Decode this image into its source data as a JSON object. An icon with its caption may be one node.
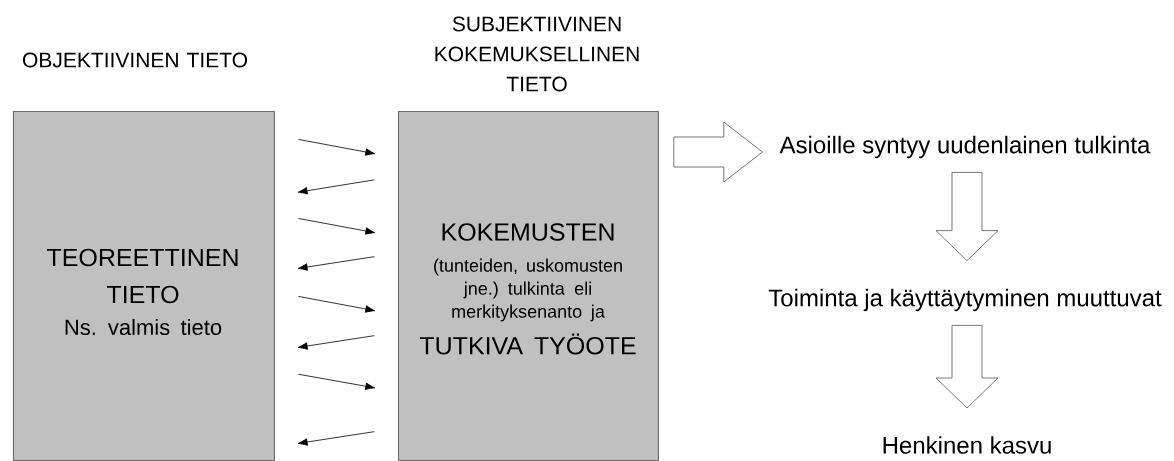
{
  "diagram": {
    "nodes": [
      {
        "text": [
          "OBJEKTIIVINEN TIETO",
          "TEOREETTINEN TIETO",
          "Ns. valmis tieto"
        ]
      },
      {
        "text": [
          "SUBJEKTIIVINEN KOKEMUKSELLINEN TIETO",
          "KOKEMUSTEN",
          "(tunteiden, uskomusten jne.) tulkinta eli merkityksenanto ja",
          "TUTKIVA TYÖOTE"
        ]
      },
      {
        "text": [
          "Asioille syntyy uudenlainen tulkinta"
        ]
      },
      {
        "text": [
          "Toiminta ja käyttäytyminen muuttuvat"
        ]
      },
      {
        "text": [
          "Henkinen kasvu"
        ]
      }
    ],
    "edges": [
      {
        "from": 0,
        "to": 1,
        "arrow": "to"
      },
      {
        "from": 1,
        "to": 0,
        "arrow": "to"
      },
      {
        "from": 0,
        "to": 1,
        "arrow": "to"
      },
      {
        "from": 1,
        "to": 0,
        "arrow": "to"
      },
      {
        "from": 0,
        "to": 1,
        "arrow": "to"
      },
      {
        "from": 1,
        "to": 0,
        "arrow": "to"
      },
      {
        "from": 0,
        "to": 1,
        "arrow": "to"
      },
      {
        "from": 1,
        "to": 0,
        "arrow": "to"
      },
      {
        "from": 1,
        "to": 2,
        "arrow": "to",
        "style": "thick"
      },
      {
        "from": 2,
        "to": 3,
        "arrow": "to",
        "style": "thick"
      },
      {
        "from": 3,
        "to": 4,
        "arrow": "to",
        "style": "thick"
      }
    ]
  }
}
